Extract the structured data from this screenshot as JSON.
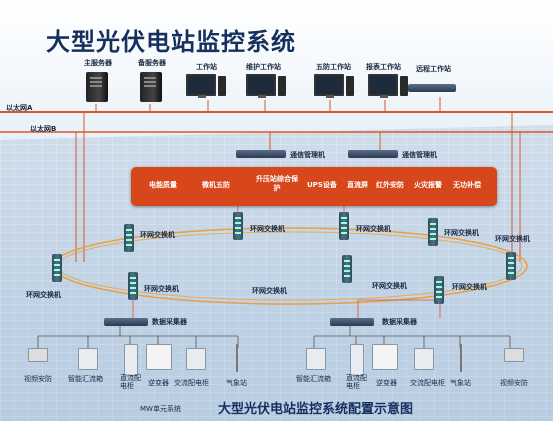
{
  "title": "大型光伏电站监控系统",
  "caption": "大型光伏电站监控系统配置示意图",
  "networks": {
    "ethernet_a": "以太网A",
    "ethernet_b": "以太网B"
  },
  "top_devices": {
    "main_server": "主服务器",
    "backup_server": "备服务器",
    "workstation": "工作站",
    "maintenance_workstation": "维护工作站",
    "fifth_defense_workstation": "五防工作站",
    "report_workstation": "报表工作站",
    "remote_workstation": "远程工作站"
  },
  "comm_manager": "通信管理机",
  "subsystems": [
    "电能质量",
    "微机五防",
    "升压站综合保护",
    "UPS设备",
    "直流屏",
    "红外安防",
    "火灾报警",
    "无功补偿"
  ],
  "ring_switch": "环网交换机",
  "data_collector": "数据采集器",
  "left_field_devices": [
    "视频安防",
    "智能汇流箱",
    "直流配电柜",
    "逆变器",
    "交流配电柜",
    "气象站"
  ],
  "right_field_devices": [
    "智能汇流箱",
    "直流配电柜",
    "逆变器",
    "交流配电柜",
    "气象站",
    "视频安防"
  ],
  "subarray_label": "MW单元系统",
  "colors": {
    "title": "#16305e",
    "network_line": "#d9582a",
    "ring": "#e8a040",
    "subsystem_box": "#d8461c"
  }
}
